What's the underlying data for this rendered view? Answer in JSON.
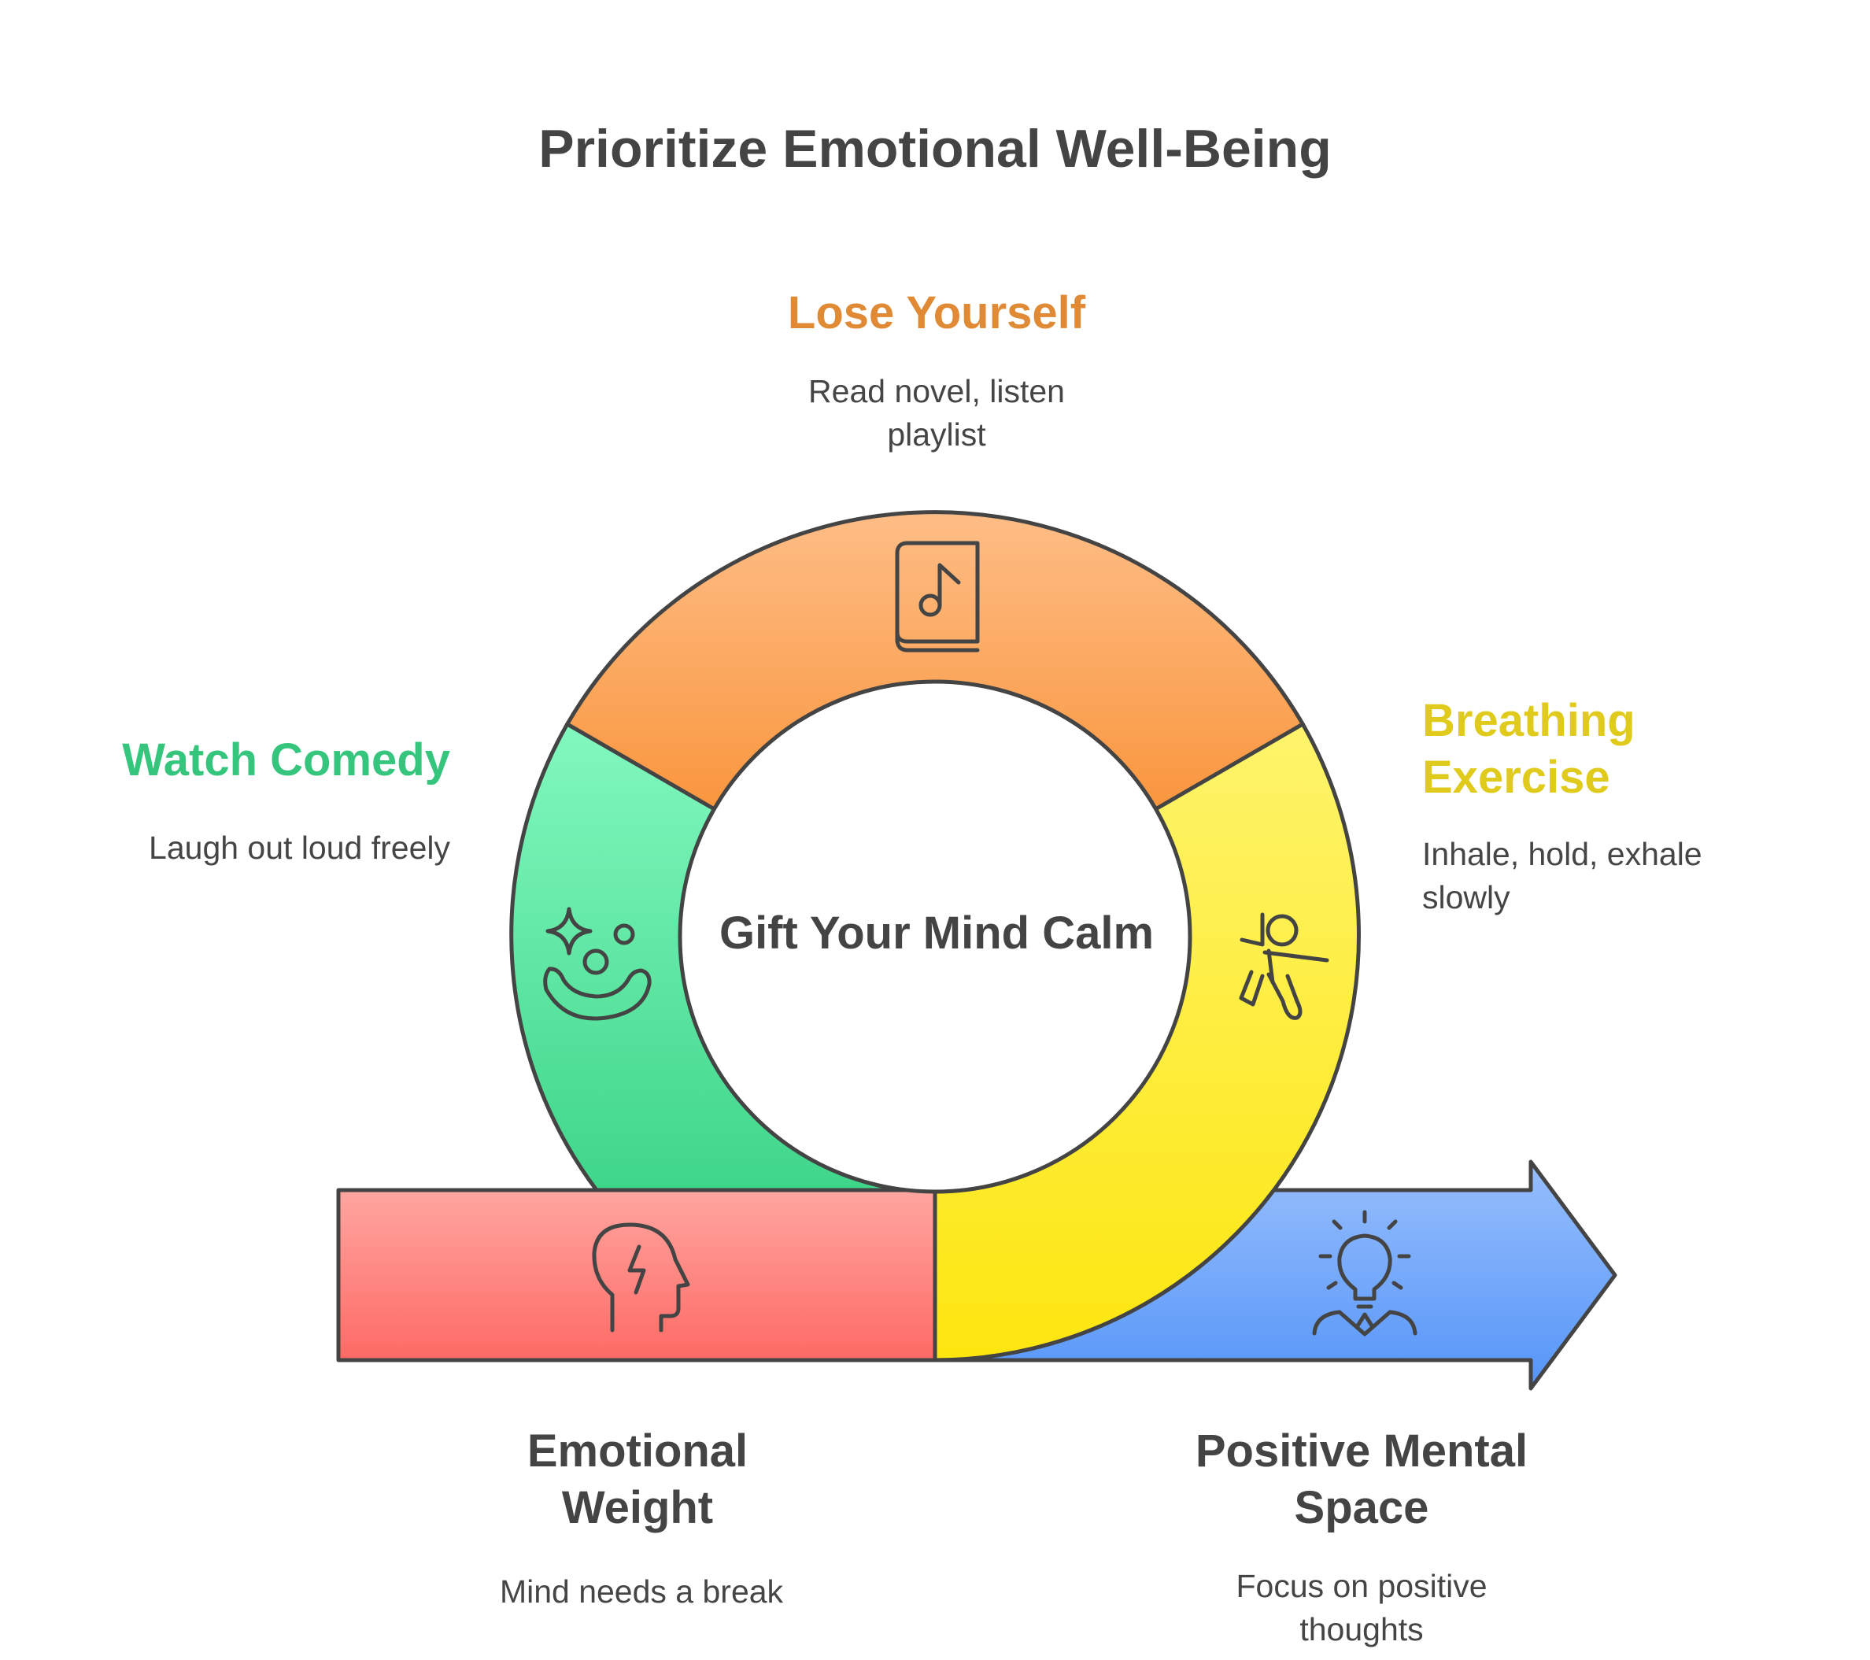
{
  "title": "Prioritize Emotional Well-Being",
  "center": "Gift Your Mind Calm",
  "colors": {
    "text": "#444444",
    "outline": "#444444",
    "lose_yourself": "#F9963E",
    "watch_comedy": "#3FD68A",
    "breathing": "#FDE60F",
    "emotional_weight": "#FE6A65",
    "positive_space": "#5595F8"
  },
  "sections": {
    "lose_yourself": {
      "heading": "Lose Yourself",
      "description": "Read novel, listen playlist",
      "icon": "music-book-icon"
    },
    "watch_comedy": {
      "heading": "Watch Comedy",
      "description": "Laugh out loud freely",
      "icon": "clown-icon"
    },
    "breathing": {
      "heading": "Breathing Exercise",
      "description": "Inhale, hold, exhale slowly",
      "icon": "stretching-person-icon"
    },
    "emotional_weight": {
      "heading": "Emotional Weight",
      "description": "Mind needs a break",
      "icon": "stressed-head-icon"
    },
    "positive_space": {
      "heading": "Positive Mental Space",
      "description": "Focus on positive thoughts",
      "icon": "idea-person-icon"
    }
  }
}
